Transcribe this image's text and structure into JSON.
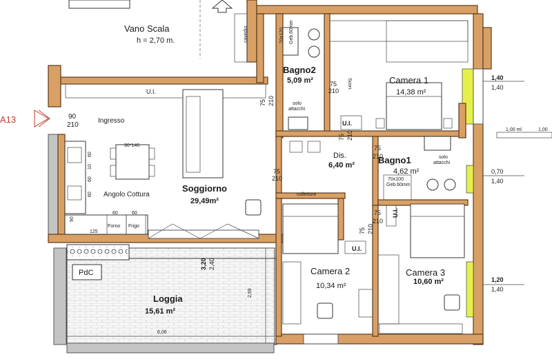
{
  "section_marker": "A13",
  "rooms": {
    "vano_scala": {
      "name": "Vano Scala",
      "height": "h = 2,70 m."
    },
    "cavedio": "cavedio",
    "ingresso": "Ingresso",
    "angolo_cottura": "Angolo Cottura",
    "soggiorno": {
      "name": "Soggiorno",
      "area": "29,49m²"
    },
    "loggia": {
      "name": "Loggia",
      "area": "15,61 m²"
    },
    "bagno2": {
      "name": "Bagno2",
      "area": "5,09 m²"
    },
    "camera1": {
      "name": "Camera 1",
      "area": "14,38 m²"
    },
    "dis": {
      "name": "Dis.",
      "area": "6,40 m²"
    },
    "bagno1": {
      "name": "Bagno1",
      "area": "4,62 m²"
    },
    "camera2": {
      "name": "Camera 2",
      "area": "10,34 m²"
    },
    "camera3": {
      "name": "Camera 3",
      "area": "10,60 m²"
    }
  },
  "labels": {
    "pdc": "PdC",
    "ui": "U.I.",
    "solo": "solo",
    "attacchi": "attacchi",
    "scorr": "Scorr.",
    "collettore": "collettore",
    "shower_b2_size": "70x120",
    "shower_b2_geb": "Geb.60mm",
    "shower_b1_size": "70x100",
    "shower_b1_geb": "Geb.60mm",
    "table": "90*140",
    "forno": "Forno",
    "frigo": "Frigo"
  },
  "door_dims": {
    "ingresso": [
      "90",
      "210"
    ],
    "bagno2": [
      "75",
      "210"
    ],
    "dis_left": [
      "75",
      "210"
    ],
    "dis_right": [
      "75",
      "210"
    ],
    "bagno1": [
      "75",
      "210"
    ],
    "soggiorno": [
      "75",
      "210"
    ],
    "camera2": [
      "75",
      "210"
    ],
    "camera3": [
      "75",
      "210"
    ]
  },
  "kitchen_dims": {
    "d60a": "60",
    "d10": "10",
    "d60b": "60",
    "d60c": "60",
    "d90": "90",
    "d125": "125",
    "forno_w": "60",
    "frigo_w": "60"
  },
  "loggia_dims": {
    "w": "6,06",
    "h1": "3,20",
    "h2": "2,40",
    "h3": "2,69"
  },
  "window_dims": {
    "w1": [
      "1,40",
      "1,40"
    ],
    "w2": [
      "0,70",
      "1,40"
    ],
    "w3": [
      "1,20",
      "1,40"
    ],
    "w4": "1,00 ml",
    "w5": "1,00"
  }
}
